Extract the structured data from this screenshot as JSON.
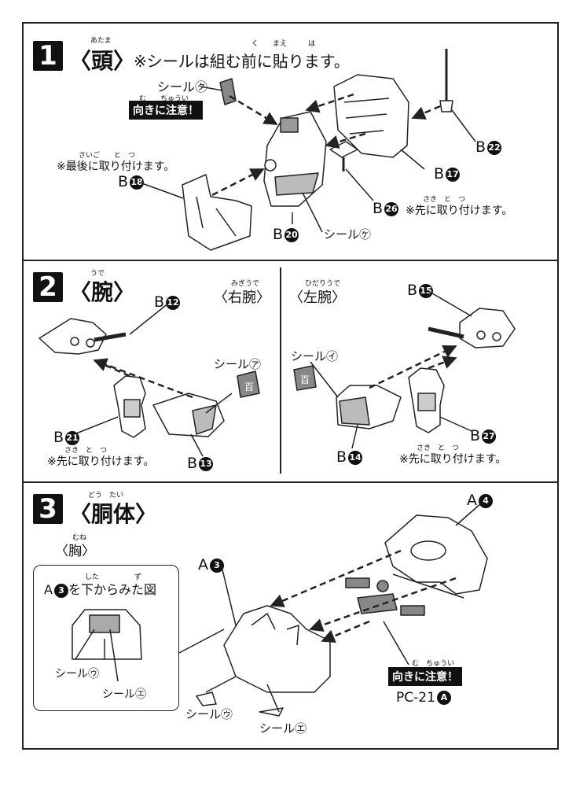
{
  "step1": {
    "number": "1",
    "title": "〈頭〉",
    "title_ruby": "あたま",
    "note": "※シールは組む前に貼ります。",
    "note_ruby": "く　　まえ　　　は",
    "seal_ku": "シール㋗",
    "warning": "向きに注意！",
    "warning_ruby": "む　　ちゅうい",
    "last_note": "※最後に取り付けます。",
    "last_note_ruby": "さいご　　と　つ",
    "b18": "B",
    "b18_num": "18",
    "b20": "B",
    "b20_num": "20",
    "seal_ke": "シール㋘",
    "b17": "B",
    "b17_num": "17",
    "b22": "B",
    "b22_num": "22",
    "b26": "B",
    "b26_num": "26",
    "first_note": "※先に取り付けます。",
    "first_note_ruby": "さき　と　つ"
  },
  "step2": {
    "number": "2",
    "title": "〈腕〉",
    "title_ruby": "うで",
    "right_arm": "〈右腕〉",
    "right_arm_ruby": "みぎうで",
    "left_arm": "〈左腕〉",
    "left_arm_ruby": "ひだりうで",
    "b12": "B",
    "b12_num": "12",
    "seal_a": "シール㋐",
    "b21": "B",
    "b21_num": "21",
    "first_note_r": "※先に取り付けます。",
    "first_note_ruby": "さき　と　つ",
    "b13": "B",
    "b13_num": "13",
    "b15": "B",
    "b15_num": "15",
    "seal_i": "シール㋑",
    "b27": "B",
    "b27_num": "27",
    "first_note_l": "※先に取り付けます。",
    "b14": "B",
    "b14_num": "14",
    "sticker_char": "百"
  },
  "step3": {
    "number": "3",
    "title": "〈胴体〉",
    "title_ruby": "どう　たい",
    "chest": "〈胸〉",
    "chest_ruby": "むね",
    "box_title": "を下からみた図",
    "box_title_ruby": "した　　　　　ず",
    "box_a": "A",
    "box_a_num": "3",
    "box_seal_u": "シール㋒",
    "box_seal_e": "シール㋓",
    "a3": "A",
    "a3_num": "3",
    "a4": "A",
    "a4_num": "4",
    "warning": "向きに注意！",
    "warning_ruby": "む　ちゅうい",
    "pc21": "PC-21",
    "pc21_letter": "A",
    "seal_u": "シール㋒",
    "seal_e": "シール㋓"
  }
}
